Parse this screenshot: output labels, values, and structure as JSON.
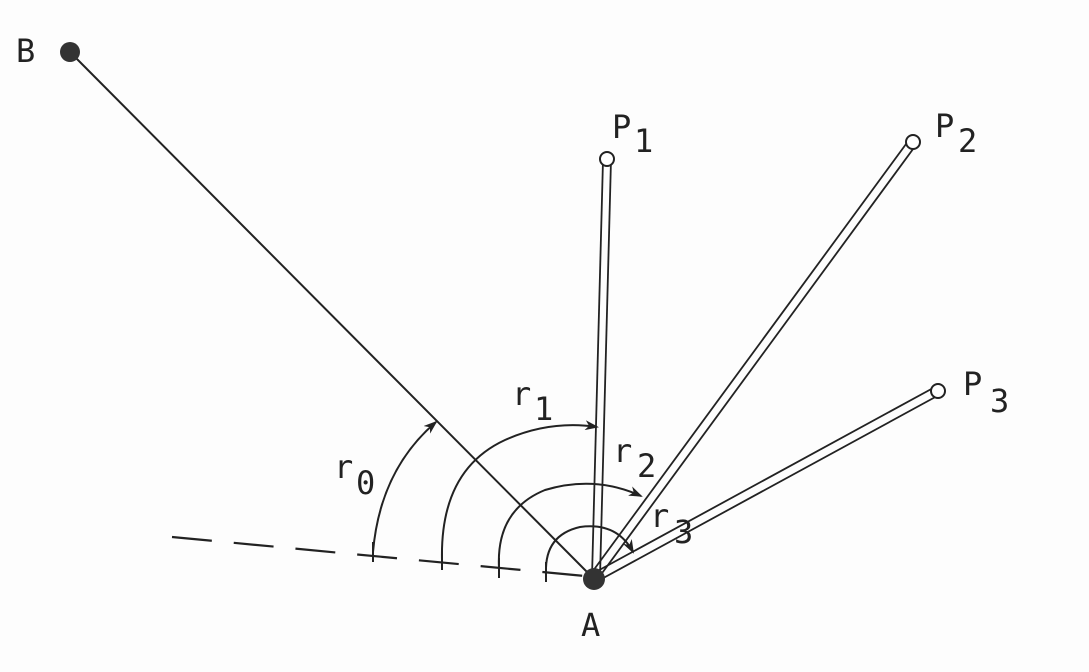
{
  "points": {
    "A": {
      "label": "A"
    },
    "B": {
      "label": "B"
    },
    "P1": {
      "label": "P",
      "sub": "1"
    },
    "P2": {
      "label": "P",
      "sub": "2"
    },
    "P3": {
      "label": "P",
      "sub": "3"
    }
  },
  "angles": [
    {
      "label": "r",
      "sub": "0"
    },
    {
      "label": "r",
      "sub": "1"
    },
    {
      "label": "r",
      "sub": "2"
    },
    {
      "label": "r",
      "sub": "3"
    }
  ],
  "colors": {
    "ink": "#222222",
    "background": "#fdfdfd"
  }
}
